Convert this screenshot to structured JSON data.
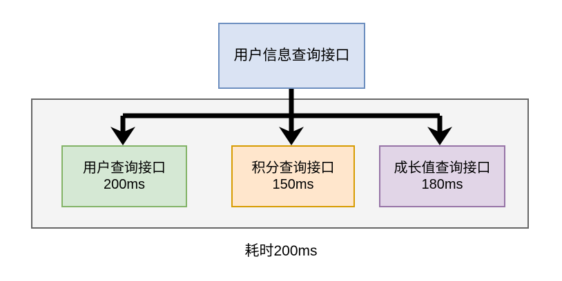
{
  "diagram": {
    "title_caption": "耗时200ms",
    "root": {
      "label": "用户信息查询接口",
      "fill": "#dae3f3",
      "stroke": "#6c8ebf"
    },
    "group": {
      "fill": "#f4f4f4",
      "stroke": "#666666"
    },
    "children": [
      {
        "name": "用户查询接口",
        "latency": "200ms",
        "fill": "#d5e8d4",
        "stroke": "#82b366"
      },
      {
        "name": "积分查询接口",
        "latency": "150ms",
        "fill": "#ffe6cc",
        "stroke": "#d79b00"
      },
      {
        "name": "成长值查询接口",
        "latency": "180ms",
        "fill": "#e1d5e7",
        "stroke": "#9673a6"
      }
    ],
    "connector": {
      "color": "#000000",
      "style": "orthogonal-fan-out-with-arrowheads"
    }
  }
}
